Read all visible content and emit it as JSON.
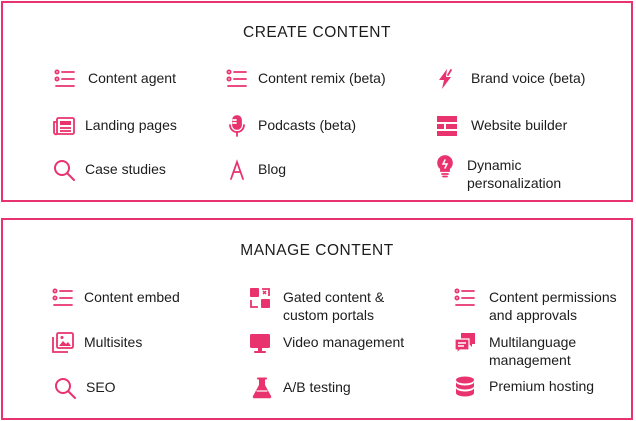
{
  "accent": "#e8336e",
  "create": {
    "title": "CREATE CONTENT",
    "items": [
      {
        "label": "Content agent",
        "icon": "list-icon"
      },
      {
        "label": "Content remix (beta)",
        "icon": "list-icon"
      },
      {
        "label": "Brand voice (beta)",
        "icon": "lightning-icon"
      },
      {
        "label": "Landing pages",
        "icon": "newspaper-icon"
      },
      {
        "label": "Podcasts (beta)",
        "icon": "microphone-icon"
      },
      {
        "label": "Website builder",
        "icon": "layout-icon"
      },
      {
        "label": "Case studies",
        "icon": "search-icon"
      },
      {
        "label": "Blog",
        "icon": "letter-a-icon"
      },
      {
        "label": "Dynamic personalization",
        "icon": "lightbulb-icon"
      }
    ]
  },
  "manage": {
    "title": "MANAGE CONTENT",
    "items": [
      {
        "label": "Content embed",
        "icon": "list-icon"
      },
      {
        "label": "Gated content & custom portals",
        "icon": "gated-icon"
      },
      {
        "label": "Content permissions and approvals",
        "icon": "list-icon"
      },
      {
        "label": "Multisites",
        "icon": "images-icon"
      },
      {
        "label": "Video management",
        "icon": "monitor-icon"
      },
      {
        "label": "Multilanguage management",
        "icon": "chat-icon"
      },
      {
        "label": "SEO",
        "icon": "search-icon"
      },
      {
        "label": "A/B testing",
        "icon": "flask-icon"
      },
      {
        "label": "Premium hosting",
        "icon": "database-icon"
      }
    ]
  }
}
